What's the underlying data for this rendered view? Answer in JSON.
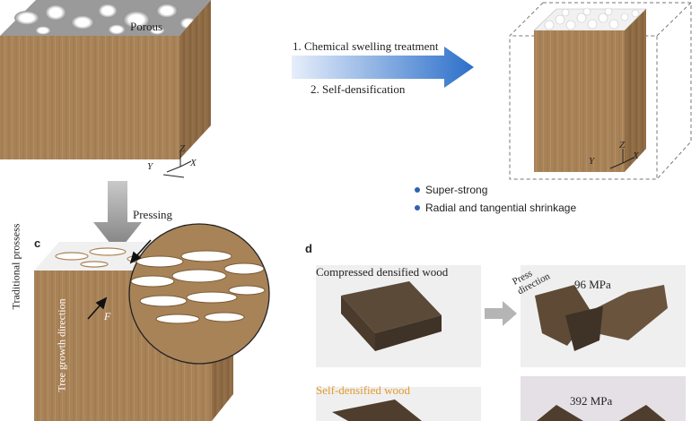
{
  "top_left": {
    "porous_label": "Porous"
  },
  "process": {
    "step1": "1. Chemical swelling treatment",
    "step2": "2. Self-densification"
  },
  "top_axes": {
    "z": "Z",
    "y": "Y",
    "x": "X"
  },
  "right_axes": {
    "z": "Z",
    "y": "Y",
    "x": "X"
  },
  "bullets": [
    {
      "text": "Super-strong"
    },
    {
      "text": "Radial and tangential shrinkage"
    }
  ],
  "pressing_label": "Pressing",
  "side_label": "Traditional prossess",
  "panel_c": {
    "tag": "c",
    "f_label": "F",
    "direction_label": "Tree growth direction"
  },
  "panel_d": {
    "tag": "d",
    "compressed_label": "Compressed densified wood",
    "press_direction": "Press direction",
    "compressed_strength": "96 MPa",
    "self_label": "Self-densified wood",
    "self_strength": "392 MPa"
  },
  "colors": {
    "wood_front": "#a98358",
    "wood_side": "#8f6b45",
    "wood_top": "#ffffff",
    "arrow_blue": "#2c6fc9",
    "bullet_blue": "#2f62b3",
    "self_label_orange": "#e39a2e",
    "dark_wood": "#5b4a38"
  }
}
